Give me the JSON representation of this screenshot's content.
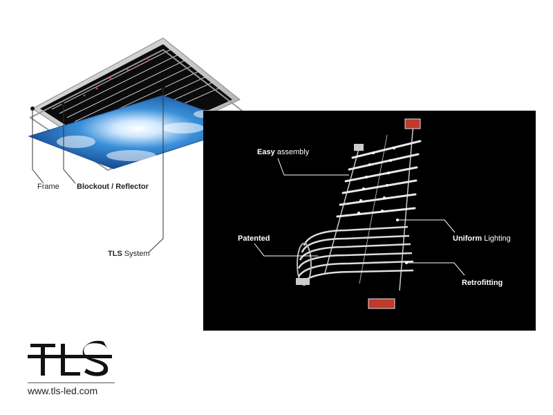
{
  "diagram": {
    "labels": {
      "frame": "Frame",
      "blockout": "Blockout / Reflector",
      "tls_bold": "TLS",
      "tls_rest": " System",
      "easy_bold": "Easy",
      "easy_rest": " assembly",
      "patented": "Patented",
      "uniform_bold": "Uniform",
      "uniform_rest": " Lighting",
      "retrofitting": "Retrofitting"
    }
  },
  "logo": {
    "url": "www.tls-led.com"
  },
  "colors": {
    "panel_bg": "#000000",
    "frame_metal": "#c8c8c8",
    "sky_blue": "#3a8fd8",
    "accent_red": "#c0392b",
    "led_white": "#eeeeee"
  },
  "icons": {
    "logo": "tls-logo-icon"
  }
}
